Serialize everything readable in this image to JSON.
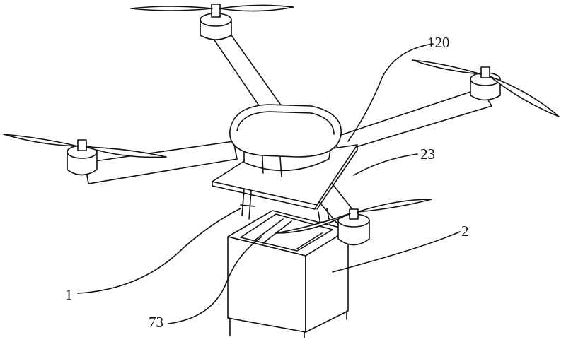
{
  "figure": {
    "reference_labels": [
      "120",
      "23",
      "2",
      "1",
      "73"
    ]
  }
}
